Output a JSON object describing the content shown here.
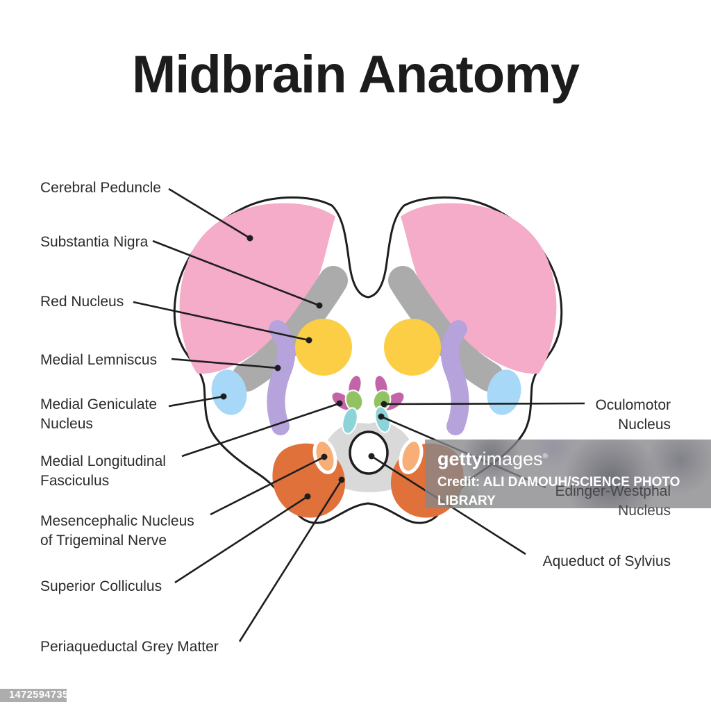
{
  "title": "Midbrain Anatomy",
  "labels": {
    "left": [
      {
        "line1": "Cerebral Peduncle"
      },
      {
        "line1": "Substantia Nigra"
      },
      {
        "line1": "Red Nucleus"
      },
      {
        "line1": "Medial Lemniscus"
      },
      {
        "line1": "Medial Geniculate",
        "line2": "Nucleus"
      },
      {
        "line1": "Medial Longitudinal",
        "line2": "Fasciculus"
      },
      {
        "line1": "Mesencephalic Nucleus",
        "line2": "of Trigeminal Nerve"
      },
      {
        "line1": "Superior Colliculus"
      },
      {
        "line1": "Periaqueductal Grey Matter"
      }
    ],
    "right": [
      {
        "line1": "Oculomotor",
        "line2": "Nucleus"
      },
      {
        "line1": "Edinger-Westphal",
        "line2": "Nucleus"
      },
      {
        "line1": "Aqueduct of Sylvius"
      }
    ]
  },
  "regions": {
    "outline_color": "#1e1e1e",
    "cerebral_peduncle": "#F4ACC8",
    "substantia_nigra": "#ABABAB",
    "red_nucleus": "#FCCE45",
    "medial_lemniscus": "#B6A3DC",
    "medial_geniculate_nucleus": "#A8D8F7",
    "medial_longitudinal_fasciculus": "#C464A8",
    "oculomotor_nucleus": "#92C363",
    "edinger_westphal_nucleus": "#8DD4D8",
    "periaqueductal_grey": "#D9D9D9",
    "superior_colliculus": "#E0713B",
    "mesencephalic_nucleus": "#F8AE77"
  },
  "watermark": {
    "brand_bold": "getty",
    "brand_regular": "images",
    "registered": "®",
    "credit_line1": "Credit: ALI DAMOUH/SCIENCE PHOTO",
    "credit_line2": "LIBRARY",
    "image_id": "1472594735"
  }
}
